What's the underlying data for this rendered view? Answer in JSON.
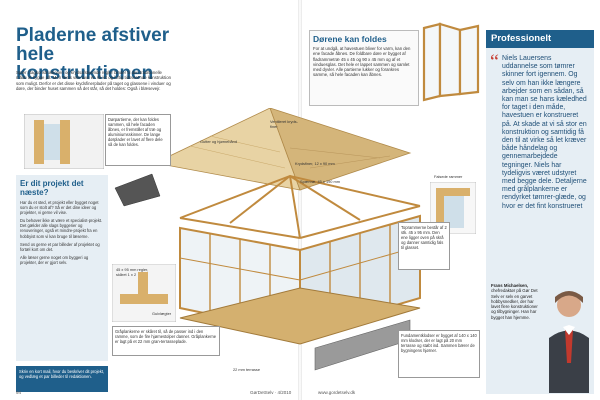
{
  "left_page": {
    "headline": "Pladerne afstiver hele konstruktionen",
    "intro": "Spær i tagkonstruktionen og krydsafstivende regler binder til den traditionelle måde at bygge på. Men Niels ville lave en så let og luftig tidsvarende konstruktion som muligt. Derfor er det disse krydsfinerplader på taget og glassene i vinduer og døre, der binder huset sammen så det står, så det holdes: Også i blæsevejr.",
    "project_box": {
      "title": "Er dit projekt det næste?",
      "paragraph1": "Har du et sted, et projekt eller bygget noget som du er stolt af? Så er det dine ideer og projekter, vi gerne vil vise.",
      "paragraph2": "Du behøver ikke at være et specialist-projekt. Det gælder alle slags byggerier og renoveringer, også et mindre-projekt fra en hobbyist som vi kan bruge til læserne.",
      "paragraph3": "Send os gerne et par billeder af projektet og fortæl kort om det.",
      "paragraph4": "Alle læser gerne noget om byggeri og projekter, der er gjort selv.",
      "footer": "Skriv en kort mail, hvor du beskriver dit projekt, og vedlæg et par billeder til redaktionen."
    },
    "callouts": {
      "door_frames": "Dørpartierne, der kan foldes sammen, så hele facaden åbnes, er fremstillet af træ og aluminiumsskinner. De lange dørplader er lavet af flere dele så de kan foldes.",
      "ventilation": "Ventileret kryds-finer",
      "gutter": "Gutter og hjørnebånd",
      "roof_sheet": "Krydsfiner, 12 x 90 mm",
      "rafter": "Spærtræ, 45 x 190 mm",
      "frame_grooves": "Falsede rammer",
      "top_sill": "Toprammerne består af 2 stk. 45 x 95 mm. Den ene ligger oven på skrå og danner samtidig fals til glasset.",
      "measure": "45 x 95 mm regler, skåret 1 x 2",
      "floor_sill": "Gulvlægter",
      "base": "Gråplankerne er skåret til, så de passer ind i den ramme, som de fire hjørnestolper danner. Gråplankerne er lagt på et 22 mm gran-terrasseplade.",
      "foundation_note": "22 mm terrasse",
      "stones": "Fundamentklodser er bygget af 140 x 140 mm klodser, der er lagt på 20 mm terrasse og støbt ind. Sammen bærer de bygningens hjørner."
    },
    "folio": "94",
    "footer_center": "GørDetSelv · 4/2010"
  },
  "right_page": {
    "doors_box": {
      "title": "Dørene kan foldes",
      "text": "For at undgå, at havestuen bliver for varm, kan den ene facade åbnes. De foldbare døre er bygget af fladrammetræ 45 x 45 og 90 x 45 mm og af et vinduesglas. Det hele er lappet sammen og samlet med dyvler. Alle partierne lukker og forankres samme, så hele facaden kan åbnes."
    },
    "pro": {
      "header": "Professionelt",
      "quote": "Niels Lauersens uddannelse som tømrer skinner fort igennem. Og selv om han ikke længere arbejder som en sådan, så kan man se hans kæledhed for taget i den måde, havestuen er konstrueret på. At skade at vi så stor en konstruktion og samtidig få den til at virke så let kræver både håndelag og gennemarbejdede tegninger. Niels har tydeligvis været udstyret med begge dele. Detaljerne med grålplankerne er rendyrket tømrer-glæde, og hvor er det fint konstrueret",
      "bio_name": "Frans Michaelsen,",
      "bio_text": "chefredaktør på Gør Det Selv er selv en garvet hobbysnedker, der har lavet flere konstruktioner og tilbygninger. Han har bygget han hjemme."
    },
    "footer_center": "www.gordetselv.dk"
  }
}
